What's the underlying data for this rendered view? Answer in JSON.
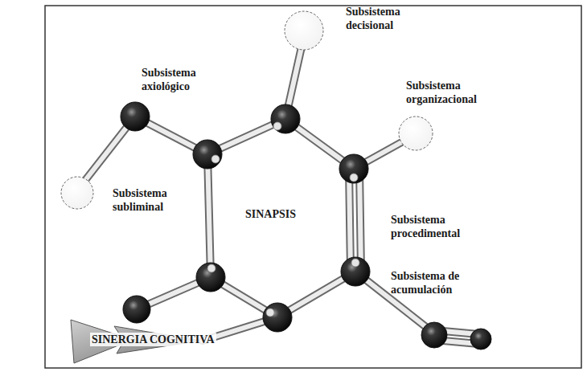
{
  "diagram": {
    "labels": [
      "Subsistema decisional",
      "Subsistema axiológico",
      "Subsistema organizacional",
      "Subsistema subliminal",
      "SINAPSIS",
      "Subsistema procedimental",
      "Subsistema de acumulación",
      "SINERGIA COGNITIVA"
    ]
  }
}
